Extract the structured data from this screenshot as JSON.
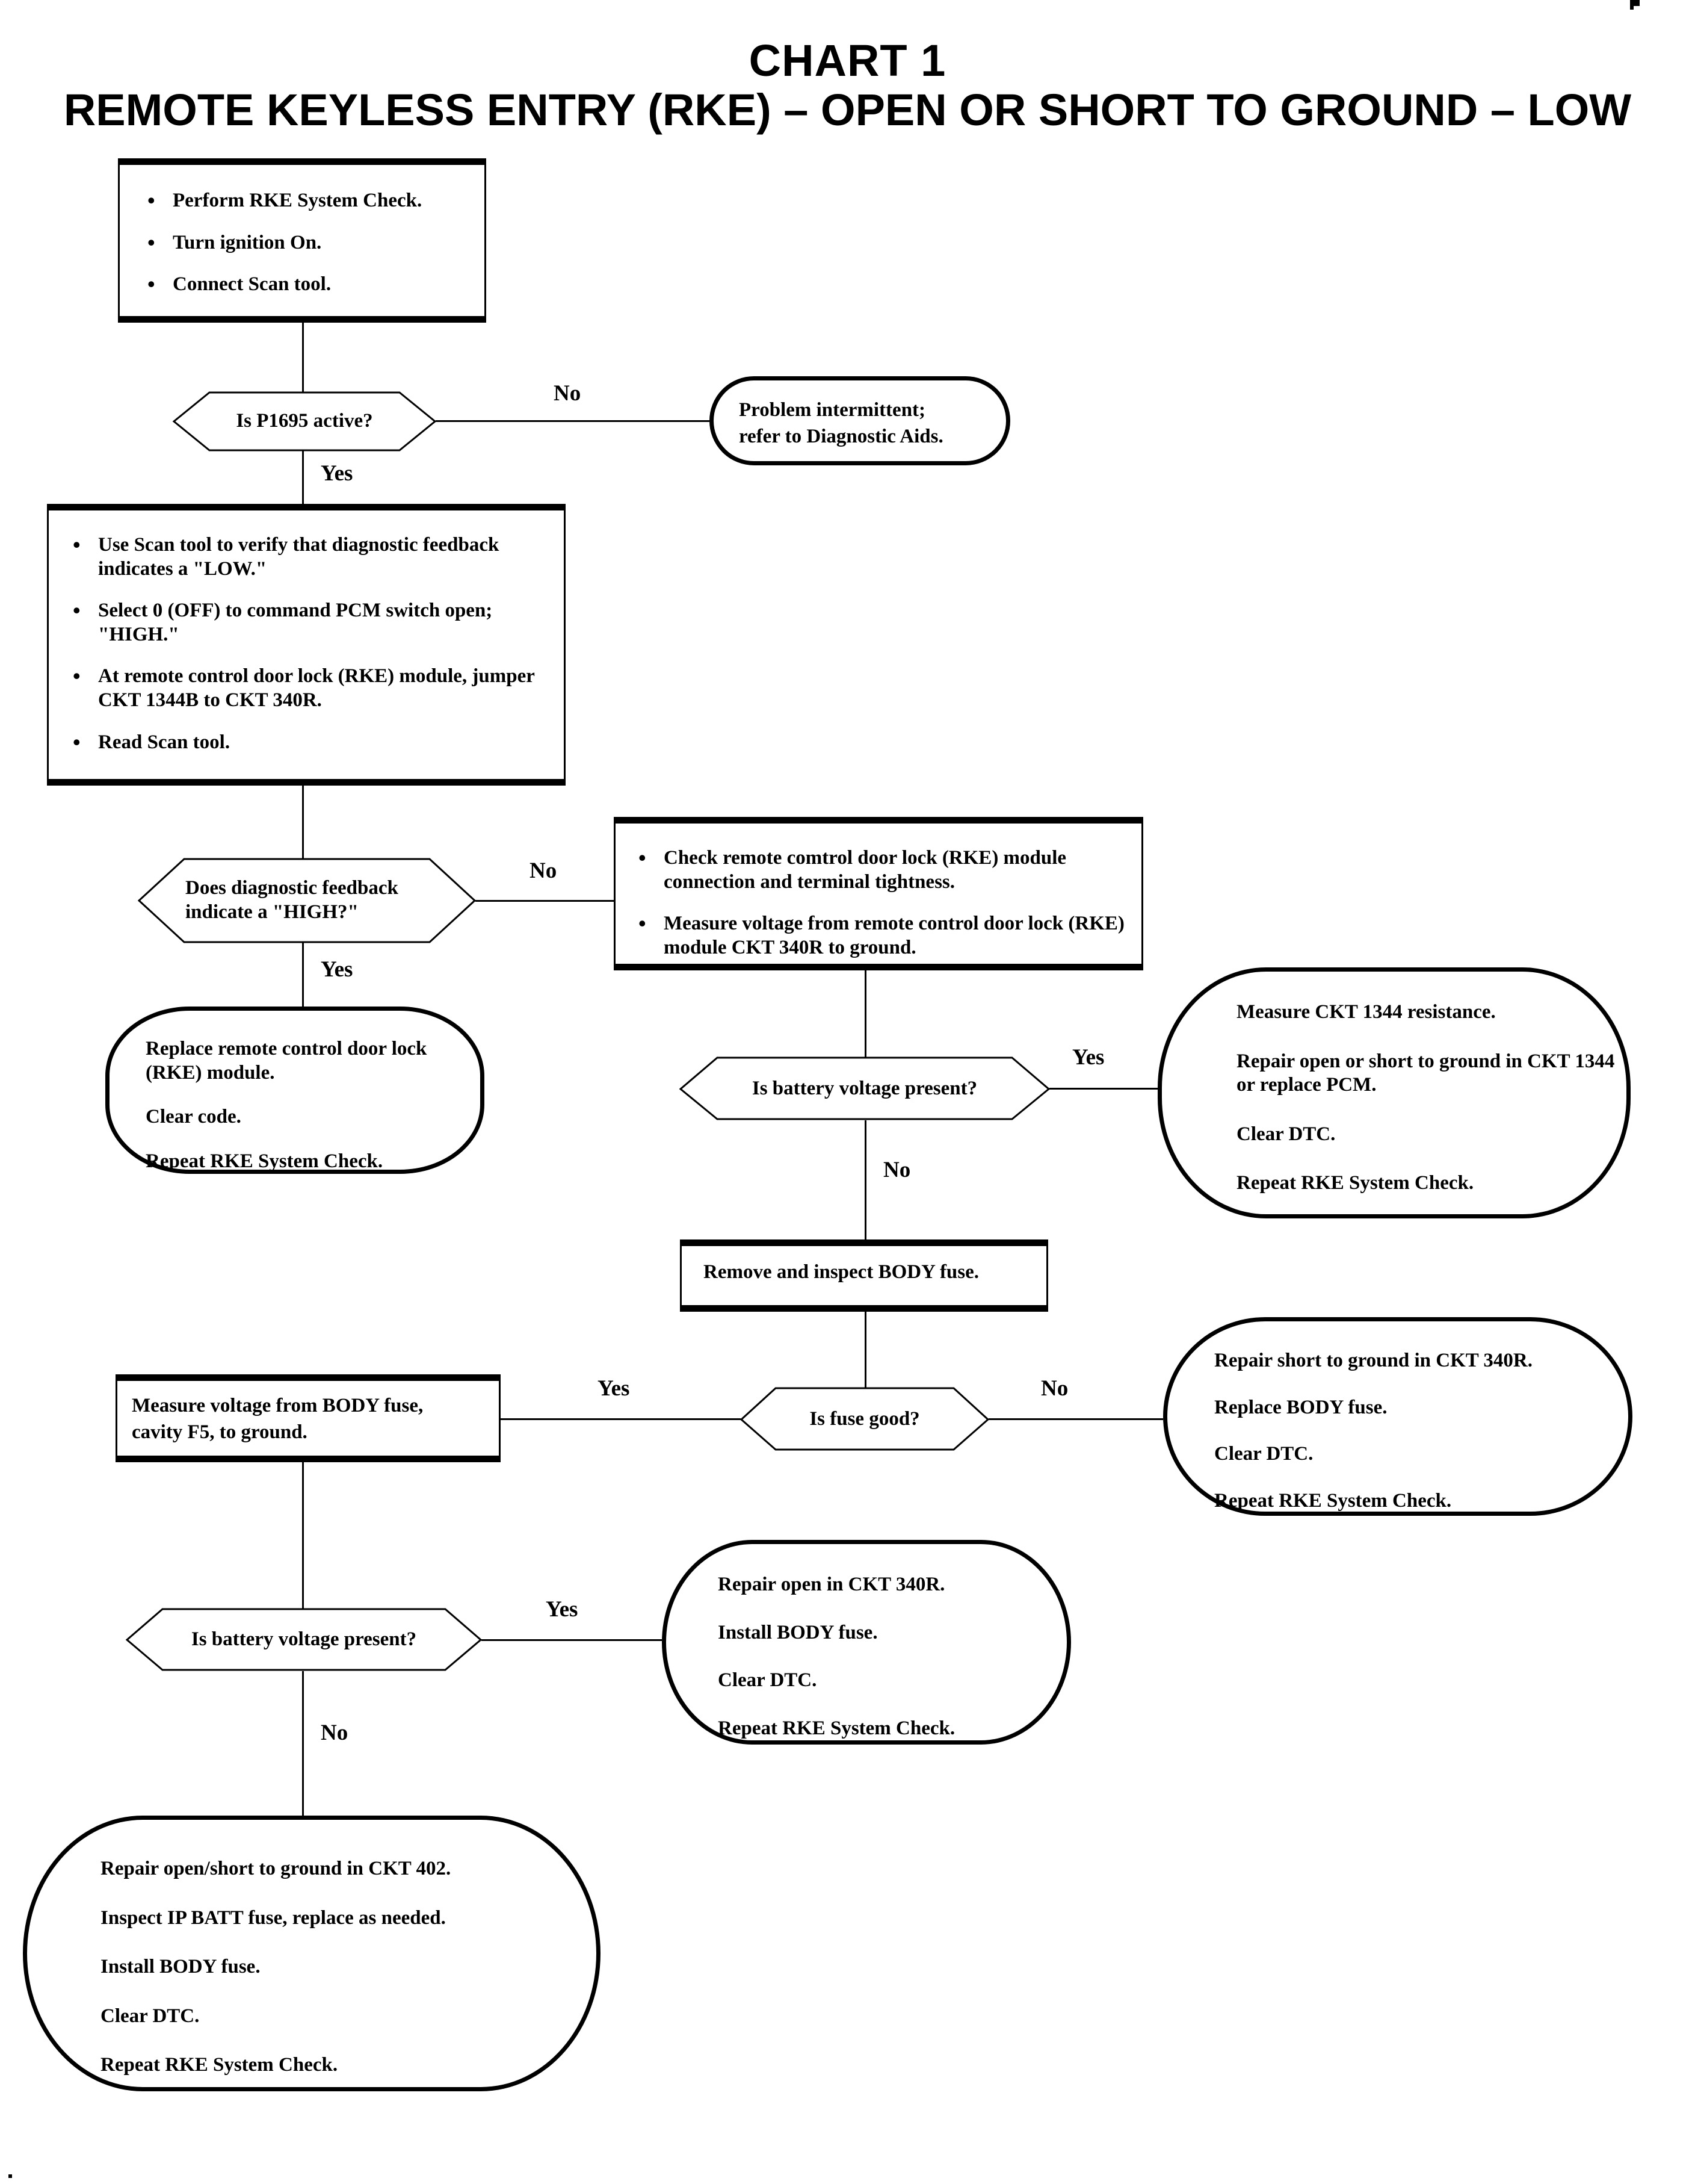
{
  "title": {
    "line1": "CHART 1",
    "line2": "REMOTE KEYLESS ENTRY (RKE) – OPEN OR SHORT TO GROUND – LOW"
  },
  "chart_data": {
    "type": "flowchart",
    "title": "CHART 1 — REMOTE KEYLESS ENTRY (RKE) – OPEN OR SHORT TO GROUND – LOW"
  },
  "nodes": {
    "start_box": {
      "type": "process",
      "bullets": [
        "Perform RKE System Check.",
        "Turn ignition On.",
        "Connect Scan tool."
      ]
    },
    "decision_p1695": {
      "type": "decision",
      "text": "Is P1695 active?"
    },
    "term_intermittent": {
      "type": "terminal",
      "lines": [
        "Problem intermittent;",
        "refer to Diagnostic Aids."
      ]
    },
    "proc_scan_verify": {
      "type": "process",
      "bullets": [
        "Use Scan tool to verify that diagnostic feedback indicates a \"LOW.\"",
        "Select 0 (OFF) to command PCM switch open; \"HIGH.\"",
        "At remote control door lock (RKE) module, jumper CKT 1344B to CKT 340R.",
        "Read Scan tool."
      ]
    },
    "decision_feedback_high": {
      "type": "decision",
      "text": "Does diagnostic feedback indicate a \"HIGH?\""
    },
    "proc_check_module": {
      "type": "process",
      "bullets": [
        "Check remote comtrol door lock (RKE) module connection and terminal tightness.",
        "Measure voltage from remote control door lock (RKE) module CKT 340R to ground."
      ]
    },
    "term_replace_module": {
      "type": "terminal",
      "lines": [
        "Replace remote control door lock (RKE) module.",
        "Clear code.",
        "Repeat RKE System Check."
      ]
    },
    "decision_battery_1": {
      "type": "decision",
      "text": "Is battery voltage present?"
    },
    "term_ckt1344": {
      "type": "terminal",
      "lines": [
        "Measure CKT 1344 resistance.",
        "Repair open or short to ground in CKT 1344 or replace PCM.",
        "Clear DTC.",
        "Repeat RKE System Check."
      ]
    },
    "proc_remove_fuse": {
      "type": "process",
      "text": "Remove and inspect BODY fuse."
    },
    "decision_fuse_good": {
      "type": "decision",
      "text": "Is fuse good?"
    },
    "proc_measure_body_fuse": {
      "type": "process",
      "lines": [
        "Measure voltage from BODY fuse,",
        "cavity F5, to ground."
      ]
    },
    "term_short_340r": {
      "type": "terminal",
      "lines": [
        "Repair short to ground in CKT 340R.",
        "Replace BODY fuse.",
        "Clear DTC.",
        "Repeat RKE System Check."
      ]
    },
    "decision_battery_2": {
      "type": "decision",
      "text": "Is battery voltage present?"
    },
    "term_open_340r": {
      "type": "terminal",
      "lines": [
        "Repair open in CKT 340R.",
        "Install BODY fuse.",
        "Clear DTC.",
        "Repeat RKE System Check."
      ]
    },
    "term_ckt402": {
      "type": "terminal",
      "lines": [
        "Repair open/short to ground in CKT 402.",
        "Inspect IP BATT fuse, replace as needed.",
        "Install BODY fuse.",
        "Clear DTC.",
        "Repeat RKE System Check."
      ]
    }
  },
  "edge_labels": {
    "p1695_no": "No",
    "p1695_yes": "Yes",
    "feedback_no": "No",
    "feedback_yes": "Yes",
    "battery1_yes": "Yes",
    "battery1_no": "No",
    "fuse_yes": "Yes",
    "fuse_no": "No",
    "battery2_yes": "Yes",
    "battery2_no": "No"
  },
  "colors": {
    "stroke": "#000000",
    "background": "#ffffff"
  }
}
